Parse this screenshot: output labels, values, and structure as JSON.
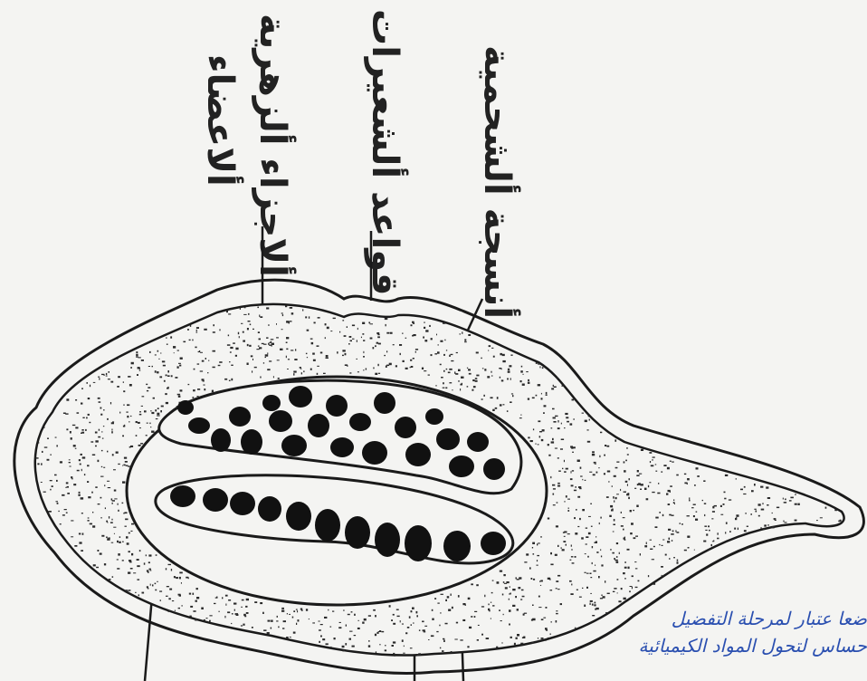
{
  "labels": {
    "label_1": "ألاعضاء",
    "label_2": "ألاجزاء ألزهرية",
    "label_3": "قواعد ألشعيرات",
    "label_4": "أنسجة ألشحمية"
  },
  "note": {
    "line_1": "ضعا عتبار لمرحلة التفضيل",
    "line_2": "حساس لتحول المواد الكيميائية"
  },
  "colors": {
    "ink": "#1a1a1a",
    "paper": "#f4f4f2",
    "note_ink": "#2a4fb0"
  }
}
